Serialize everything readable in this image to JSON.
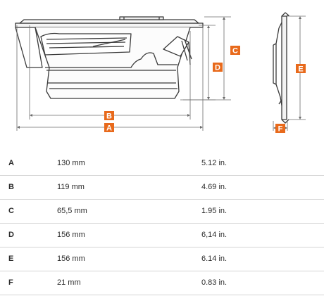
{
  "diagram": {
    "accent_color": "#e86a1c",
    "line_color": "#3a3a3a",
    "dim_color": "#6b6b6b",
    "labels": {
      "b": "B",
      "a": "A",
      "c": "C",
      "d": "D",
      "e": "E",
      "f": "F"
    }
  },
  "specs": [
    {
      "key": "A",
      "mm": "130 mm",
      "inch": "5.12 in."
    },
    {
      "key": "B",
      "mm": "119 mm",
      "inch": "4.69 in."
    },
    {
      "key": "C",
      "mm": "65,5 mm",
      "inch": "1.95 in."
    },
    {
      "key": "D",
      "mm": "156 mm",
      "inch": "6,14 in."
    },
    {
      "key": "E",
      "mm": "156 mm",
      "inch": "6.14 in."
    },
    {
      "key": "F",
      "mm": "21 mm",
      "inch": "0.83 in."
    }
  ]
}
